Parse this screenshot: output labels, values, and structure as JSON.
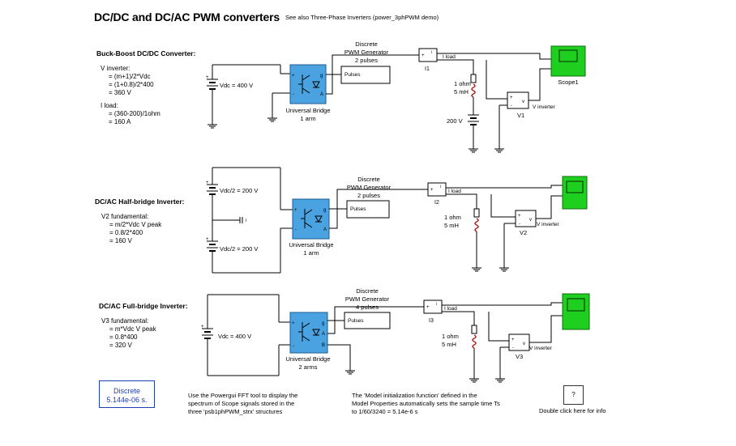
{
  "title": "DC/DC and DC/AC PWM converters",
  "see_also": "See also Three-Phase Inverters (power_3phPWM demo)",
  "sections": [
    {
      "heading": "Buck-Boost DC/DC Converter:",
      "notes": [
        "V inverter:",
        "= (m+1)/2*Vdc",
        "= (1+0.8)/2*400",
        "= 360 V",
        "",
        "I load:",
        "= (360-200)/1ohm",
        "= 160 A"
      ],
      "source_label": "Vdc = 400 V",
      "pwm_title": [
        "Discrete",
        "PWM Generator",
        "2 pulses"
      ],
      "pulses_label": "Pulses",
      "bridge_label": [
        "Universal Bridge",
        "1 arm"
      ],
      "load_label": [
        "1 ohm",
        "5 mH"
      ],
      "dc_label": "200 V",
      "i_meas": "I1",
      "i_signal": "I load",
      "v_meas": "V1",
      "v_signal": "V inverter",
      "scope": "Scope1"
    },
    {
      "heading": "DC/AC Half-bridge Inverter:",
      "notes": [
        "V2 fundamental:",
        "= m/2*Vdc V peak",
        "= 0.8/2*400",
        "= 160 V"
      ],
      "source_top": "Vdc/2 = 200 V",
      "source_bottom": "Vdc/2 = 200 V",
      "pwm_title": [
        "Discrete",
        "PWM Generator",
        "2 pulses"
      ],
      "pulses_label": "Pulses",
      "bridge_label": [
        "Universal Bridge",
        "1 arm"
      ],
      "load_label": [
        "1 ohm",
        "5 mH"
      ],
      "i_meas": "I2",
      "i_signal": "I load",
      "v_meas": "V2",
      "v_signal": "V inverter"
    },
    {
      "heading": "DC/AC Full-bridge Inverter:",
      "notes": [
        "V3 fundamental:",
        "= m*Vdc V peak",
        "= 0.8*400",
        "= 320 V"
      ],
      "source_label": "Vdc = 400 V",
      "pwm_title": [
        "Discrete",
        "PWM Generator",
        "4 pulses"
      ],
      "pulses_label": "Pulses",
      "bridge_label": [
        "Universal Bridge",
        "2 arms"
      ],
      "load_label": [
        "1 ohm",
        "5 mH"
      ],
      "i_meas": "I3",
      "i_signal": "I load",
      "v_meas": "V3",
      "v_signal": "V inverter"
    }
  ],
  "powergui": {
    "line1": "Discrete",
    "line2": "5.144e-06 s."
  },
  "fft_note": [
    "Use the Powergui FFT tool to display the",
    "spectrum of Scope  signals stored in the",
    "three 'psb1phPWM_strx' structures"
  ],
  "init_note": [
    "The 'Model  initialization function' defined in the",
    "Model Properties automatically sets the sample time Ts",
    "to 1/60/3240 = 5.14e-6 s"
  ],
  "info_button": {
    "symbol": "?",
    "caption": "Double click here for info"
  },
  "colors": {
    "bridge": "#4aa3e0",
    "scope": "#1fcf1f",
    "powergui_text": "#1f3fb5",
    "wire": "#000000",
    "inductor": "#b22222"
  }
}
